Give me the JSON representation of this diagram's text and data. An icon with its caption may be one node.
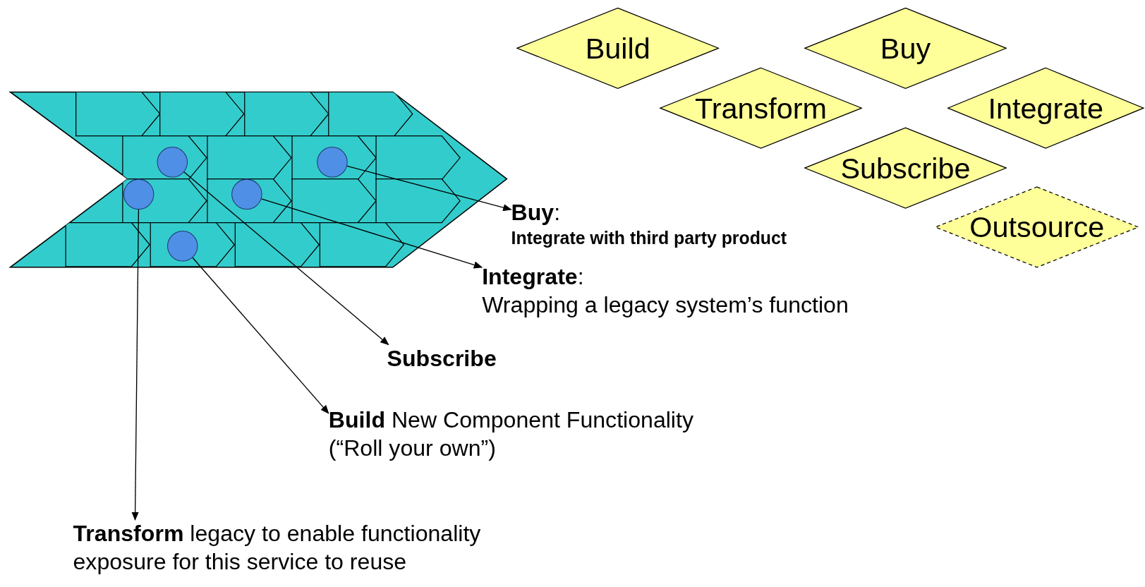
{
  "diagram": {
    "nodes": [
      {
        "text": [
          "Build"
        ]
      },
      {
        "text": [
          "Buy"
        ]
      },
      {
        "text": [
          "Transform"
        ]
      },
      {
        "text": [
          "Integrate"
        ]
      },
      {
        "text": [
          "Subscribe"
        ]
      },
      {
        "text": [
          "Outsource"
        ]
      },
      {
        "text": [],
        "shape": "circle"
      },
      {
        "text": [],
        "shape": "circle"
      },
      {
        "text": [],
        "shape": "circle"
      },
      {
        "text": [],
        "shape": "circle"
      },
      {
        "text": [],
        "shape": "circle"
      },
      {
        "text": [
          "**Buy**:",
          "Integrate with third party product"
        ]
      },
      {
        "text": [
          "**Integrate**:",
          "Wrapping a legacy system’s function"
        ]
      },
      {
        "text": [
          "Subscribe"
        ]
      },
      {
        "text": [
          "**Build** New Component Functionality (“Roll your own”)"
        ]
      },
      {
        "text": [
          "**Transform** legacy to enable functionality exposure for this service to reuse"
        ]
      }
    ],
    "edges": [
      {
        "from": 7,
        "to": 11,
        "arrow": "to"
      },
      {
        "from": 9,
        "to": 12,
        "arrow": "to"
      },
      {
        "from": 6,
        "to": 13,
        "arrow": "to"
      },
      {
        "from": 10,
        "to": 14,
        "arrow": "to"
      },
      {
        "from": 8,
        "to": 15,
        "arrow": "to"
      }
    ]
  }
}
